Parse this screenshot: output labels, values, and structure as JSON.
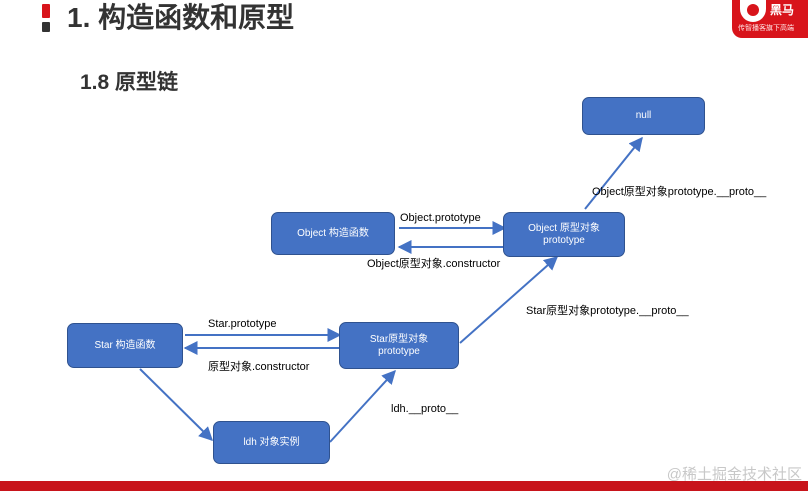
{
  "slide": {
    "title": "1. 构造函数和原型",
    "subtitle": "1.8 原型链"
  },
  "logo": {
    "brand": "黑马",
    "slogan": "传智播客旗下高端"
  },
  "nodes": {
    "null_box": "null",
    "object_ctor": "Object 构造函数",
    "object_proto_line1": "Object 原型对象",
    "object_proto_line2": "prototype",
    "star_ctor": "Star 构造函数",
    "star_proto_line1": "Star原型对象",
    "star_proto_line2": "prototype",
    "ldh": "ldh 对象实例"
  },
  "labels": {
    "object_prototype": "Object.prototype",
    "object_constructor": "Object原型对象.constructor",
    "object_proto_to_null": "Object原型对象prototype.__proto__",
    "star_prototype": "Star.prototype",
    "star_constructor": "原型对象.constructor",
    "star_proto_to_object": "Star原型对象prototype.__proto__",
    "ldh_proto": "ldh.__proto__"
  },
  "colors": {
    "node_fill": "#4472c4",
    "arrow": "#4472c4",
    "accent_red": "#d8141b"
  },
  "watermark": "@稀土掘金技术社区"
}
